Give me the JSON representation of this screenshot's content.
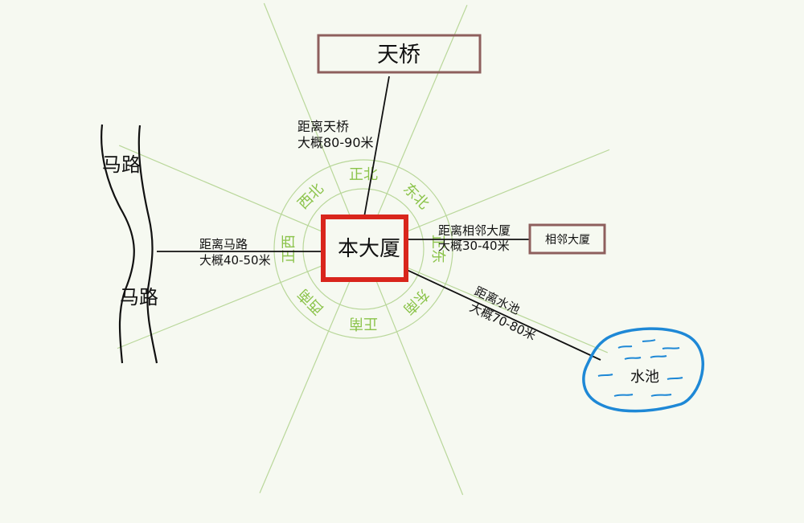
{
  "colors": {
    "background": "#f6f9f1",
    "compass_green": "#8bc34a",
    "compass_line": "#b9d79a",
    "main_building_red": "#d9251c",
    "box_brown": "#8e5f5d",
    "pond_blue": "#1e88d6",
    "ink": "#111111"
  },
  "icons": {
    "road": "road-lines-icon",
    "pond": "pond-outline-icon",
    "compass": "compass-ring-icon"
  },
  "center": {
    "label": "本大厦"
  },
  "compass": {
    "directions": [
      {
        "key": "north",
        "label": "正北"
      },
      {
        "key": "northeast",
        "label": "东北"
      },
      {
        "key": "east",
        "label": "正东"
      },
      {
        "key": "southeast",
        "label": "东南"
      },
      {
        "key": "south",
        "label": "正南"
      },
      {
        "key": "southwest",
        "label": "西南"
      },
      {
        "key": "west",
        "label": "正西"
      },
      {
        "key": "northwest",
        "label": "西北"
      }
    ]
  },
  "landmarks": {
    "bridge": {
      "label": "天桥",
      "distance_line1": "距离天桥",
      "distance_line2": "大概80-90米"
    },
    "neighbor": {
      "label": "相邻大厦",
      "distance_line1": "距离相邻大厦",
      "distance_line2": "大概30-40米"
    },
    "road": {
      "label_upper": "马路",
      "label_lower": "马路",
      "distance_line1": "距离马路",
      "distance_line2": "大概40-50米"
    },
    "pond": {
      "label": "水池",
      "distance_line1": "距离水池",
      "distance_line2": "大概70-80米"
    }
  }
}
